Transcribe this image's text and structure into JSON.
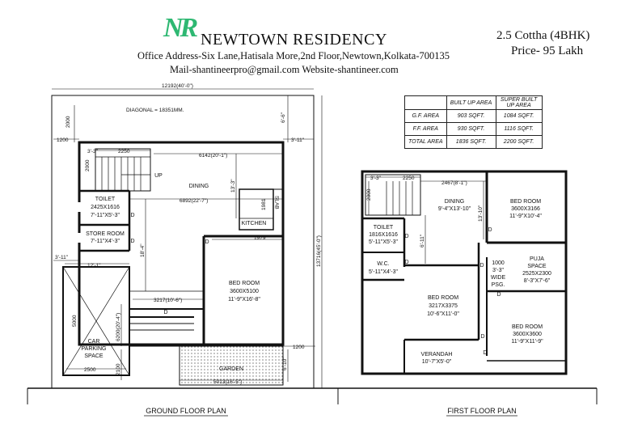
{
  "header": {
    "logo_text": "NR",
    "title": "NEWTOWN RESIDENCY",
    "address": "Office Address-Six Lane,Hatisala More,2nd Floor,Newtown,Kolkata-700135",
    "contact": "Mail-shantineerpro@gmail.com  Website-shantineer.com",
    "size": "2.5 Cottha (4BHK)",
    "price": "Price- 95 Lakh",
    "logo_color": "#2eb872"
  },
  "area_table": {
    "headers": [
      "BUILT UP AREA",
      "SUPER BUILT UP AREA"
    ],
    "rows": [
      {
        "label": "G.F. AREA",
        "built": "903 SQFT.",
        "super": "1084 SQFT."
      },
      {
        "label": "F.F. AREA",
        "built": "930 SQFT.",
        "super": "1116 SQFT."
      },
      {
        "label": "TOTAL AREA",
        "built": "1836 SQFT.",
        "super": "2200 SQFT."
      }
    ]
  },
  "ground_floor": {
    "title": "GROUND FLOOR PLAN",
    "overall_width": "12192(40'-0\")",
    "overall_depth": "13716(45'-0\")",
    "diagonal": "DIAGONAL = 18351MM.",
    "dims": {
      "top_left_2000": "2000",
      "top_right_6_6": "6'-6\"",
      "left_1200": "1200",
      "right_3_11": "3'-11\"",
      "stair_3_3": "3'-3\"",
      "stair_2250": "2250",
      "stair_2000": "2000",
      "dining_6142": "6142(20'-1\")",
      "dining_13_3": "13'-3\"",
      "dining_6892": "6892(22'-7\")",
      "kitchen_1981": "1981",
      "slab_1979": "1979",
      "left_18_4": "18'-4\"",
      "left_3_11": "3'-11\"",
      "park_12_1": "12'-1\"",
      "park_5000": "5000",
      "park_6200": "6200(20'-4\")",
      "bed_3217": "3217(10'-6\")",
      "park_2500": "2500",
      "garden_2100": "2100",
      "garden_6_10": "6'-10\"",
      "right_1200": "1200",
      "garden_5013": "5013(16'-5\")"
    },
    "rooms": {
      "dining": "DINING",
      "up": "UP",
      "toilet": "TOILET",
      "toilet_size": "2425X1616",
      "toilet_ft": "7'-11\"X5'-3\"",
      "store": "STORE ROOM",
      "store_ft": "7'-11\"X4'-3\"",
      "kitchen": "KITCHEN",
      "slab": "SLAB",
      "bed": "BED ROOM",
      "bed_size": "3600X5100",
      "bed_ft": "11'-9\"X16'-8\"",
      "car1": "CAR",
      "car2": "PARKING",
      "car3": "SPACE",
      "garden": "GARDEN",
      "door": "D"
    }
  },
  "first_floor": {
    "title": "FIRST FLOOR PLAN",
    "dims": {
      "stair_3_3": "3'-3\"",
      "stair_2250": "2250",
      "stair_2000": "2000",
      "top_2467": "2467(8'-1\")",
      "dining_13_10": "13'-10\"",
      "mid_6_11": "6'-11\""
    },
    "rooms": {
      "dining": "DINING",
      "dining_ft": "9'-4\"X13'-10\"",
      "bed1": "BED ROOM",
      "bed1_size": "3600X3166",
      "bed1_ft": "11'-9\"X10'-4\"",
      "toilet": "TOILET",
      "toilet_size": "1816X1616",
      "toilet_ft": "5'-11\"X5'-3\"",
      "wc": "W.C.",
      "wc_ft": "5'-11\"X4'-3\"",
      "puja": "PUJA",
      "puja2": "SPACE",
      "puja_size": "2525X2300",
      "puja_ft": "8'-3\"X7'-6\"",
      "psg1": "1000",
      "psg2": "3'-3\"",
      "psg3": "WIDE",
      "psg4": "PSG.",
      "bed2": "BED ROOM",
      "bed2_size": "3217X3375",
      "bed2_ft": "10'-6\"X11'-0\"",
      "bed3": "BED ROOM",
      "bed3_size": "3600X3600",
      "bed3_ft": "11'-9\"X11'-9\"",
      "verandah": "VERANDAH",
      "verandah_ft": "10'-7\"X5'-0\"",
      "door": "D"
    }
  }
}
